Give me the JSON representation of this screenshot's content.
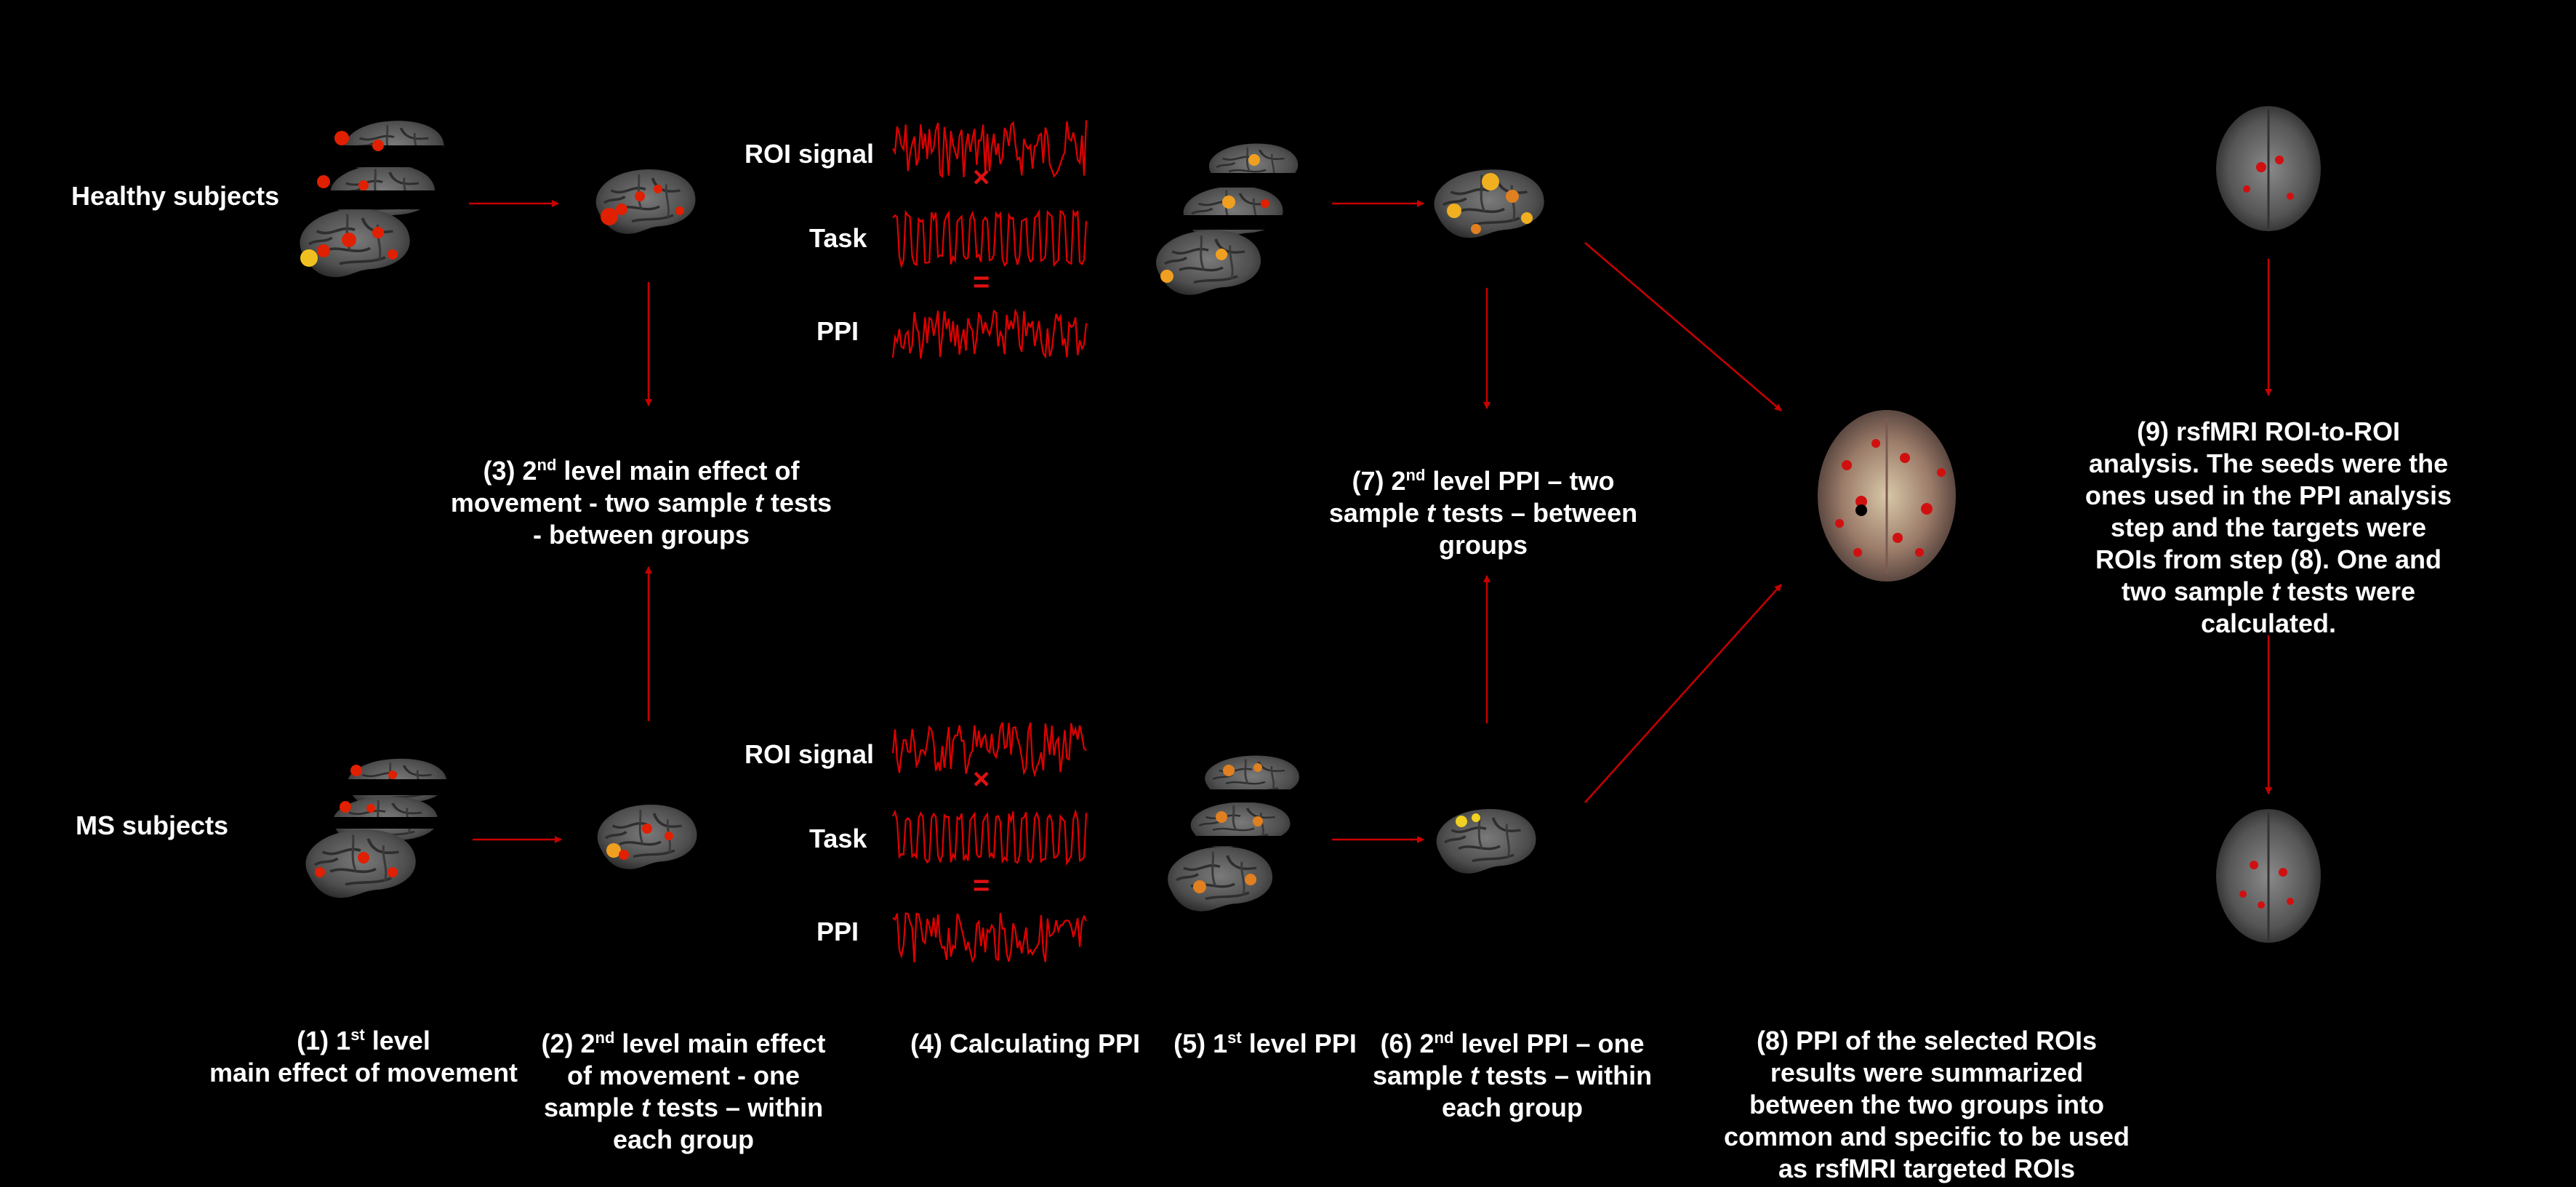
{
  "colors": {
    "background": "#000000",
    "arrow": "#c80000",
    "signal": "#e00000",
    "text": "#ffffff",
    "brain": "#5a5a5a",
    "activation": "#e02000",
    "activation_hot": "#f0c020"
  },
  "rows": {
    "healthy_label": "Healthy subjects",
    "ms_label": "MS subjects"
  },
  "signals": {
    "roi_label": "ROI signal",
    "task_label": "Task",
    "ppi_label": "PPI",
    "times_symbol": "×",
    "equals_symbol": "="
  },
  "captions": {
    "step1": [
      "(1) 1",
      "st",
      " level",
      "main effect of movement"
    ],
    "step2": [
      "(2) 2",
      "nd",
      " level main effect",
      "of movement - one",
      "sample ",
      "t",
      " tests – within",
      "each group"
    ],
    "step3": [
      "(3) 2",
      "nd",
      " level main effect of",
      "movement - two sample ",
      "t",
      " tests",
      "- between groups"
    ],
    "step4": "(4) Calculating PPI",
    "step5": [
      "(5) 1",
      "st",
      " level PPI"
    ],
    "step6": [
      "(6) 2",
      "nd",
      " level  PPI – one",
      "sample ",
      "t",
      " tests – within",
      "each group"
    ],
    "step7": [
      "(7) 2",
      "nd",
      " level  PPI – two",
      "sample ",
      "t",
      " tests – between",
      "groups"
    ],
    "step8": [
      "(8) PPI of the selected ROIs",
      "results were summarized",
      "between the two groups into",
      "common and specific to be used",
      "as rsfMRI targeted ROIs"
    ],
    "step9": [
      "(9) rsfMRI ROI-to-ROI",
      "analysis. The seeds were the",
      "ones used in the PPI analysis",
      "step and the targets were",
      "ROIs from step (8). One and",
      "two sample ",
      "t",
      " tests were",
      "calculated."
    ]
  },
  "icons": {
    "brain_lateral": "brain-lateral-icon",
    "brain_axial": "brain-axial-icon",
    "signal_trace": "signal-trace-icon"
  }
}
